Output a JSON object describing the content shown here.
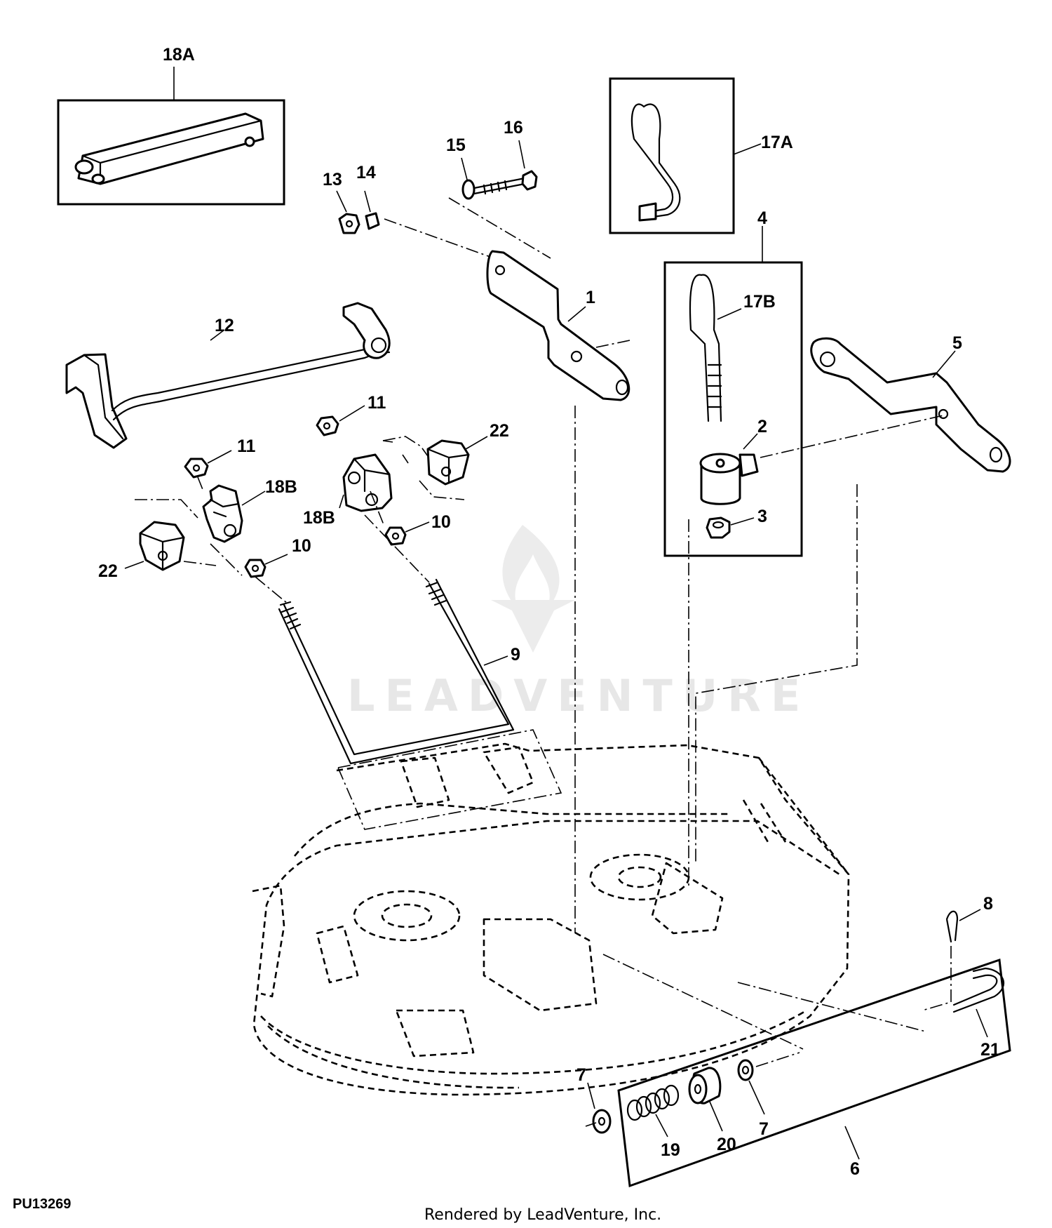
{
  "diagram": {
    "figure_code": "PU13269",
    "credit": "Rendered by LeadVenture, Inc.",
    "watermark": "LEADVENTURE",
    "callouts": [
      {
        "id": "18A",
        "label": "18A"
      },
      {
        "id": "16",
        "label": "16"
      },
      {
        "id": "15",
        "label": "15"
      },
      {
        "id": "13",
        "label": "13"
      },
      {
        "id": "14",
        "label": "14"
      },
      {
        "id": "17A",
        "label": "17A"
      },
      {
        "id": "4",
        "label": "4"
      },
      {
        "id": "17B",
        "label": "17B"
      },
      {
        "id": "1",
        "label": "1"
      },
      {
        "id": "12",
        "label": "12"
      },
      {
        "id": "5",
        "label": "5"
      },
      {
        "id": "11a",
        "label": "11"
      },
      {
        "id": "11b",
        "label": "11"
      },
      {
        "id": "22a",
        "label": "22"
      },
      {
        "id": "22b",
        "label": "22"
      },
      {
        "id": "2",
        "label": "2"
      },
      {
        "id": "18Ba",
        "label": "18B"
      },
      {
        "id": "18Bb",
        "label": "18B"
      },
      {
        "id": "10a",
        "label": "10"
      },
      {
        "id": "10b",
        "label": "10"
      },
      {
        "id": "3",
        "label": "3"
      },
      {
        "id": "9",
        "label": "9"
      },
      {
        "id": "8",
        "label": "8"
      },
      {
        "id": "21",
        "label": "21"
      },
      {
        "id": "7a",
        "label": "7"
      },
      {
        "id": "7b",
        "label": "7"
      },
      {
        "id": "19",
        "label": "19"
      },
      {
        "id": "20",
        "label": "20"
      },
      {
        "id": "6",
        "label": "6"
      }
    ]
  }
}
